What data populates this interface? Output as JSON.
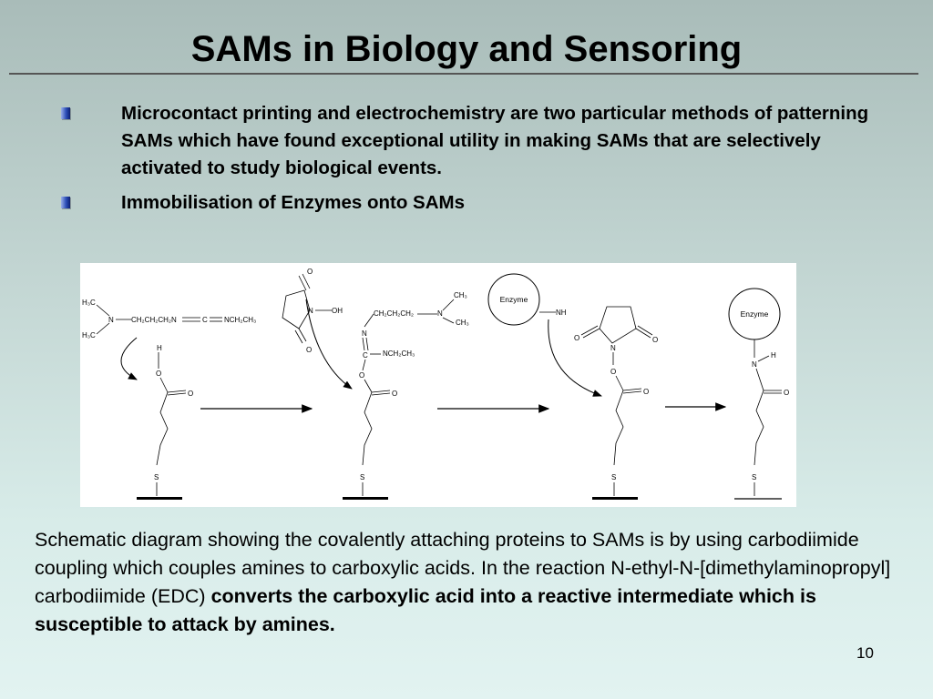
{
  "slide": {
    "title": "SAMs in Biology and Sensoring",
    "bullets": [
      "Microcontact printing and electrochemistry are two particular methods of patterning SAMs which have found exceptional utility in making SAMs that are selectively activated to study biological events.",
      "Immobilisation of Enzymes onto SAMs"
    ],
    "caption_regular": "Schematic diagram showing the covalently attaching proteins to SAMs is by using carbodiimide coupling which couples amines to carboxylic acids. In the reaction N-ethyl-N-[dimethylaminopropyl] carbodiimide (EDC) ",
    "caption_bold": "converts the carboxylic acid into a reactive intermediate which is susceptible to attack by amines.",
    "page_number": "10"
  },
  "diagram": {
    "labels": {
      "h3c_top": "H₃C",
      "h3c_bottom": "H₃C",
      "n_edc": "N",
      "edc_chain": "CH₂CH₂CH₂N",
      "edc_c": "C",
      "edc_nethyl": "NCH₂CH₃",
      "h_acid": "H",
      "o_acid": "O",
      "o_acid_carbonyl": "O",
      "s_1": "S",
      "nhs_o_top": "O",
      "nhs_n": "N",
      "nhs_oh": "OH",
      "nhs_o_bottom": "O",
      "int_chain": "CH₂CH₂CH₂",
      "int_n": "N",
      "int_ch3_top": "CH₃",
      "int_ch3_bottom": "CH₃",
      "int_n2": "N",
      "int_c": "C",
      "int_ethyl": "NCH₂CH₃",
      "int_o_link": "O",
      "int_o_carbonyl": "O",
      "s_2": "S",
      "enzyme_1": "Enzyme",
      "enzyme_nh": "NH",
      "ester_o_left": "O",
      "ester_n": "N",
      "ester_o_right": "O",
      "ester_o_link": "O",
      "ester_o_carbonyl": "O",
      "s_3": "S",
      "enzyme_2": "Enzyme",
      "amide_n": "N",
      "amide_h": "H",
      "amide_o": "O",
      "s_4": "S"
    }
  }
}
